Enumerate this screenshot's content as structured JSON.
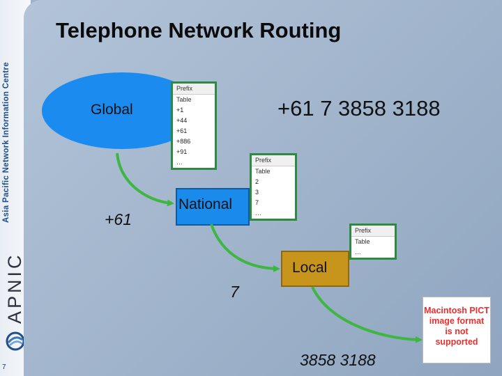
{
  "sidebar": {
    "org_name": "Asia Pacific Network Information Centre",
    "brand": "APNIC",
    "slide_number": "7"
  },
  "title": "Telephone Network Routing",
  "full_number": "+61 7 3858 3188",
  "global": {
    "label": "Global",
    "digits": "+61",
    "table": {
      "header": [
        "Prefix",
        "Table"
      ],
      "rows": [
        "+1",
        "+44",
        "+61",
        "+886",
        "+91",
        "…"
      ]
    }
  },
  "national": {
    "label": "National",
    "digits": "7",
    "table": {
      "header": [
        "Prefix",
        "Table"
      ],
      "rows": [
        "2",
        "3",
        "7",
        "…"
      ]
    }
  },
  "local": {
    "label": "Local",
    "digits": "3858 3188",
    "table": {
      "header": [
        "Prefix",
        "Table"
      ],
      "rows": [
        "…"
      ]
    }
  },
  "placeholder_image": {
    "lines": [
      "Macintosh PICT",
      "image format",
      "is not supported"
    ]
  },
  "colors": {
    "arrow": "#3fb642",
    "global": "#1b8bf0",
    "national": "#1a8aeb",
    "local": "#c8951c",
    "table_border": "#2e8a40"
  }
}
